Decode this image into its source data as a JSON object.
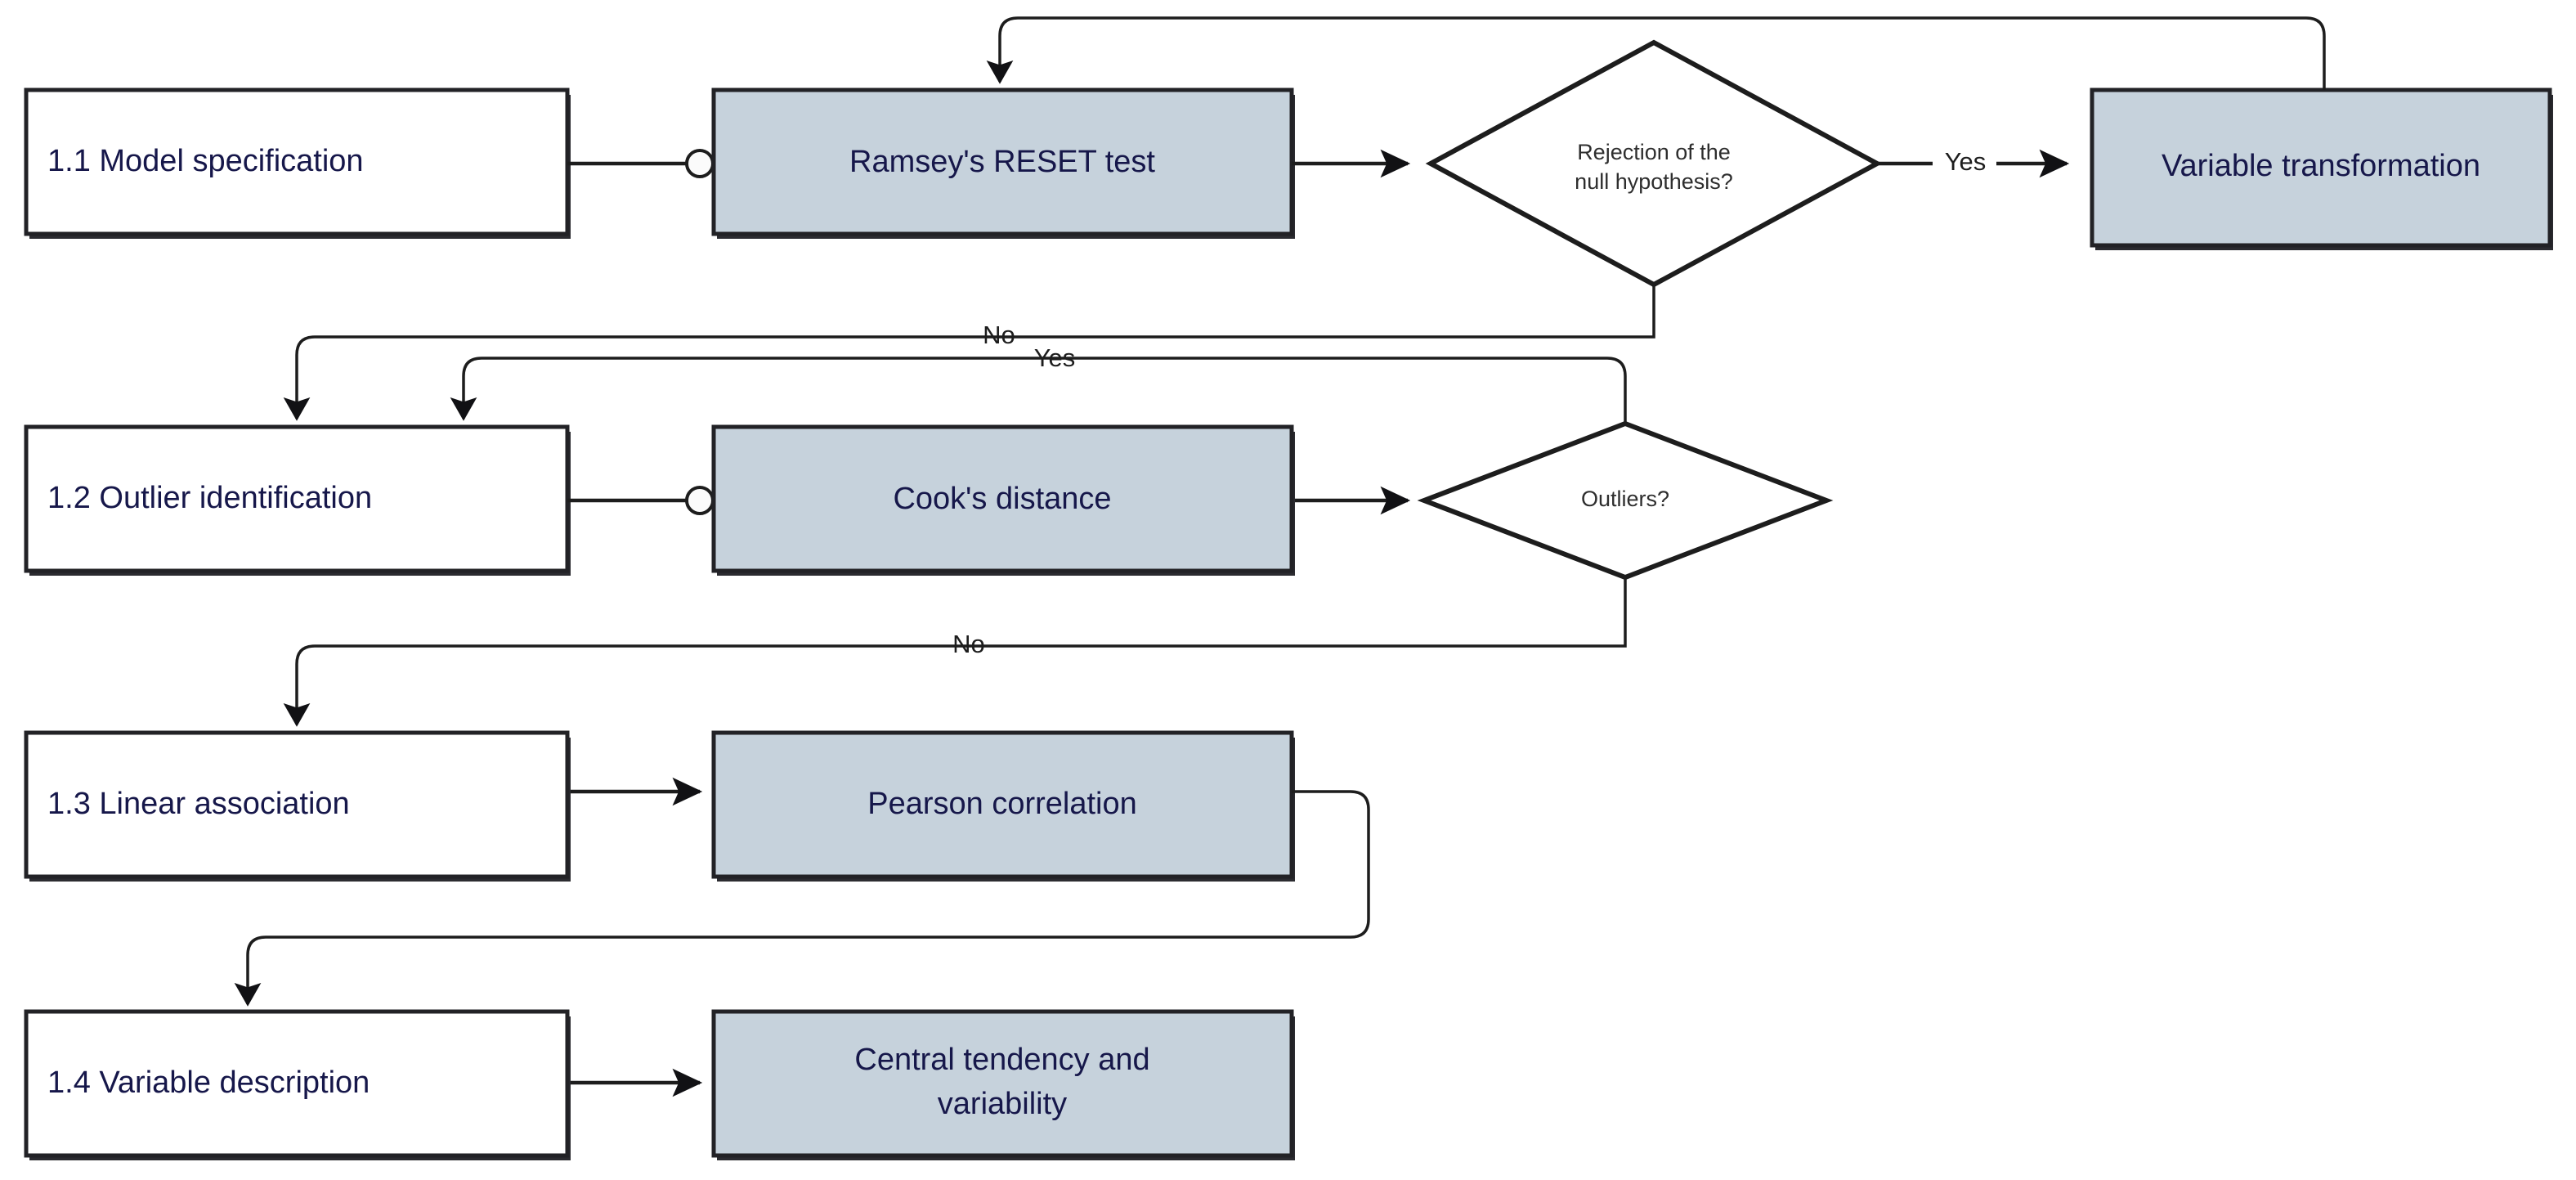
{
  "diagram": {
    "title": "Statistical analysis workflow flowchart",
    "colors": {
      "shaded_fill": "#c6d2dc",
      "box_stroke": "#222226",
      "node_text": "#16174a",
      "decision_text": "#2e2e2e",
      "edge_text": "#1d1d1d",
      "background": "#ffffff"
    },
    "steps": [
      {
        "id": "step-1-1",
        "label": "1.1 Model specification"
      },
      {
        "id": "step-1-2",
        "label": "1.2 Outlier identification"
      },
      {
        "id": "step-1-3",
        "label": "1.3 Linear association"
      },
      {
        "id": "step-1-4",
        "label": "1.4 Variable description"
      }
    ],
    "methods": [
      {
        "id": "method-reset",
        "label": "Ramsey's RESET test"
      },
      {
        "id": "method-cooks",
        "label": "Cook's distance"
      },
      {
        "id": "method-pearson",
        "label": "Pearson correlation"
      },
      {
        "id": "method-central-tendency",
        "line1": "Central tendency and",
        "line2": "variability"
      }
    ],
    "actions": [
      {
        "id": "action-variable-transformation",
        "label": "Variable transformation"
      }
    ],
    "decisions": [
      {
        "id": "decision-rejection",
        "line1": "Rejection of the",
        "line2": "null hypothesis?"
      },
      {
        "id": "decision-outliers",
        "line1": "Outliers?",
        "line2": ""
      }
    ],
    "edge_labels": {
      "rejection_yes": "Yes",
      "rejection_no": "No",
      "outliers_yes": "Yes",
      "outliers_no": "No"
    }
  }
}
